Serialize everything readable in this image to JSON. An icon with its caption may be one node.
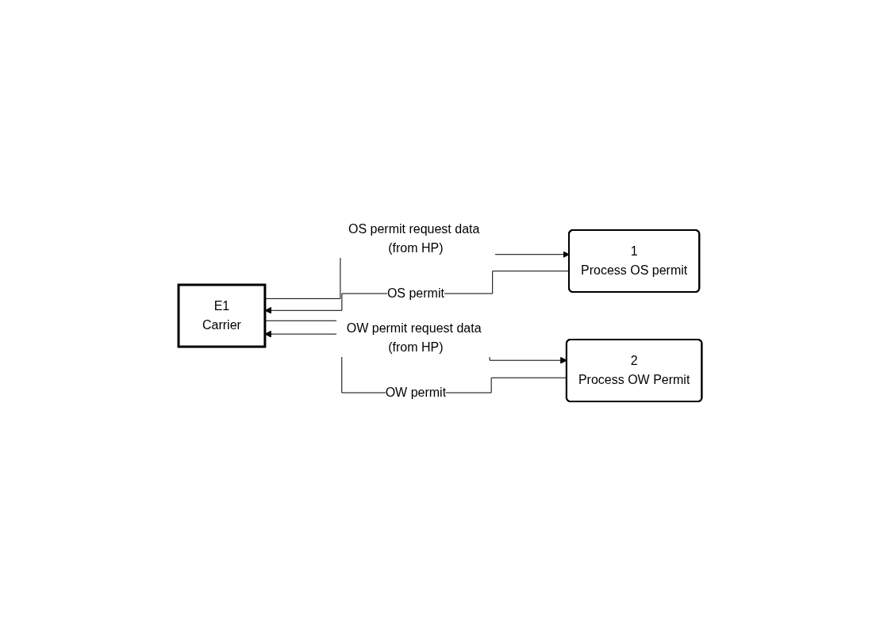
{
  "diagram": {
    "nodes": [
      {
        "text": [
          "E1",
          "Carrier"
        ]
      },
      {
        "text": [
          "1",
          "Process OS permit"
        ]
      },
      {
        "text": [
          "2",
          "Process OW Permit"
        ]
      }
    ],
    "edges": [
      {
        "from": 1,
        "to": 0,
        "arrow": "to",
        "label": "OS permit"
      },
      {
        "from": 0,
        "to": 1,
        "arrow": "to",
        "label": "OS permit request data (from HP)"
      },
      {
        "from": 0,
        "to": 2,
        "arrow": "to",
        "label": "OW permit request data (from HP)"
      },
      {
        "from": 2,
        "to": 0,
        "arrow": "to",
        "label": "OW permit"
      }
    ]
  }
}
